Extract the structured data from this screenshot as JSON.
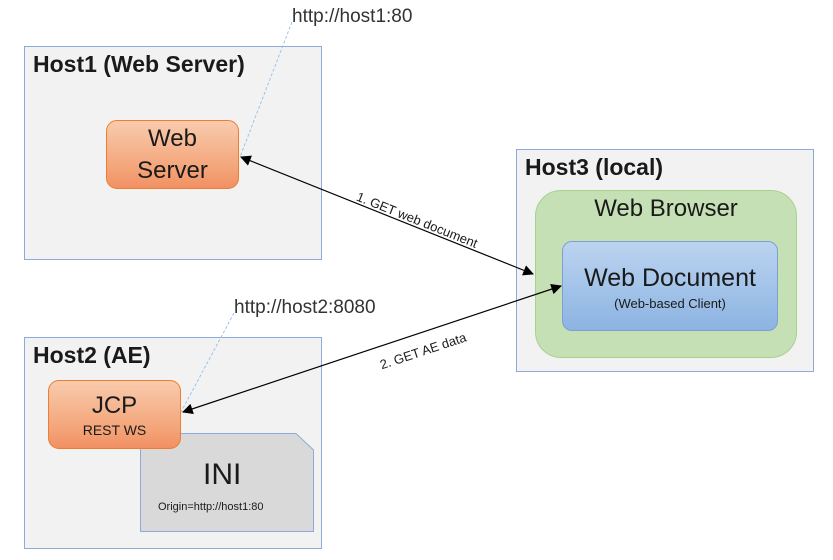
{
  "hosts": {
    "host1": {
      "title": "Host1 (Web Server)"
    },
    "host2": {
      "title": "Host2 (AE)"
    },
    "host3": {
      "title": "Host3 (local)"
    }
  },
  "nodes": {
    "web_server": {
      "line1": "Web",
      "line2": "Server"
    },
    "web_browser": {
      "label": "Web Browser"
    },
    "web_document": {
      "label": "Web Document",
      "sublabel": "(Web-based Client)"
    },
    "jcp": {
      "label": "JCP",
      "sublabel": "REST WS"
    },
    "ini": {
      "label": "INI",
      "sublabel": "Origin=http://host1:80"
    }
  },
  "urls": {
    "host1": "http://host1:80",
    "host2": "http://host2:8080"
  },
  "connections": [
    {
      "label": "1. GET web document"
    },
    {
      "label": "2. GET AE data"
    }
  ]
}
